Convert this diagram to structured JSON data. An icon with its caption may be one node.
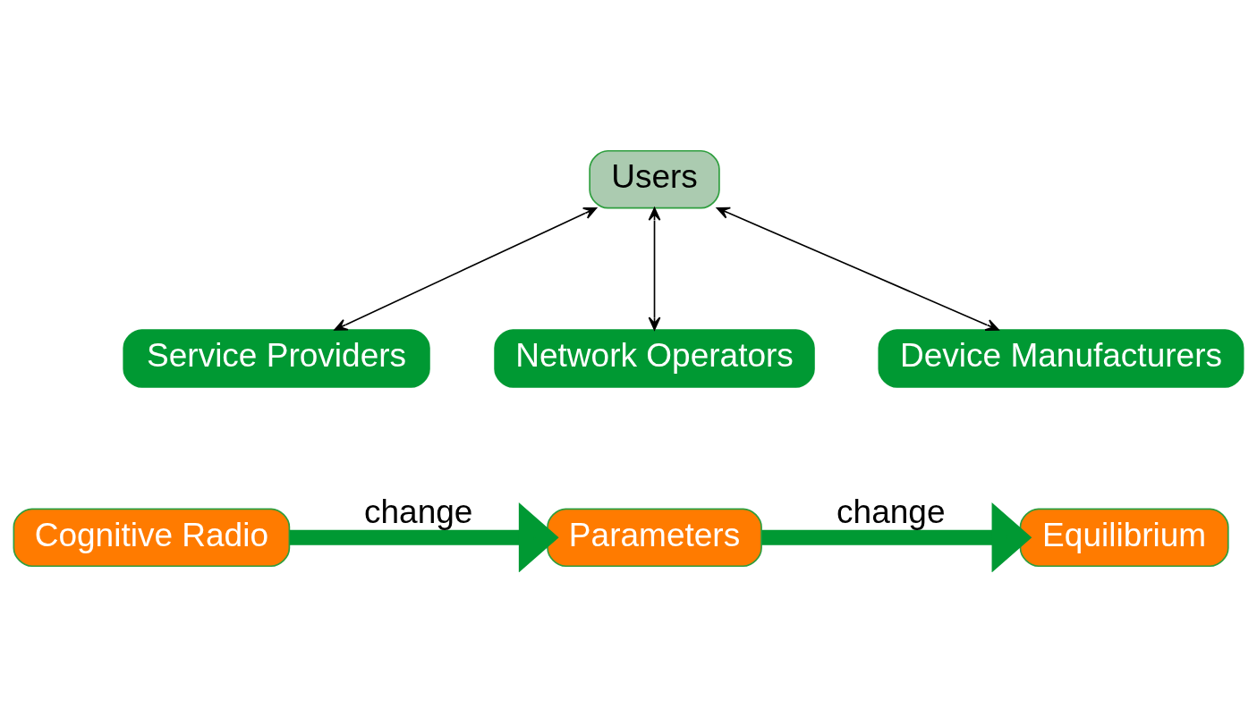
{
  "diagram": {
    "nodes": [
      {
        "text": [
          "Users"
        ]
      },
      {
        "text": [
          "Service Providers"
        ]
      },
      {
        "text": [
          "Network Operators"
        ]
      },
      {
        "text": [
          "Device Manufacturers"
        ]
      },
      {
        "text": [
          "Cognitive Radio"
        ]
      },
      {
        "text": [
          "Parameters"
        ]
      },
      {
        "text": [
          "Equilibrium"
        ]
      }
    ],
    "edges": [
      {
        "from": 0,
        "to": 1,
        "arrow": "both"
      },
      {
        "from": 0,
        "to": 2,
        "arrow": "both"
      },
      {
        "from": 0,
        "to": 3,
        "arrow": "both"
      },
      {
        "from": 4,
        "to": 5,
        "arrow": "to",
        "label": "change",
        "style": "thick",
        "color": "#009933"
      },
      {
        "from": 5,
        "to": 6,
        "arrow": "to",
        "label": "change",
        "style": "thick",
        "color": "#009933"
      }
    ]
  }
}
